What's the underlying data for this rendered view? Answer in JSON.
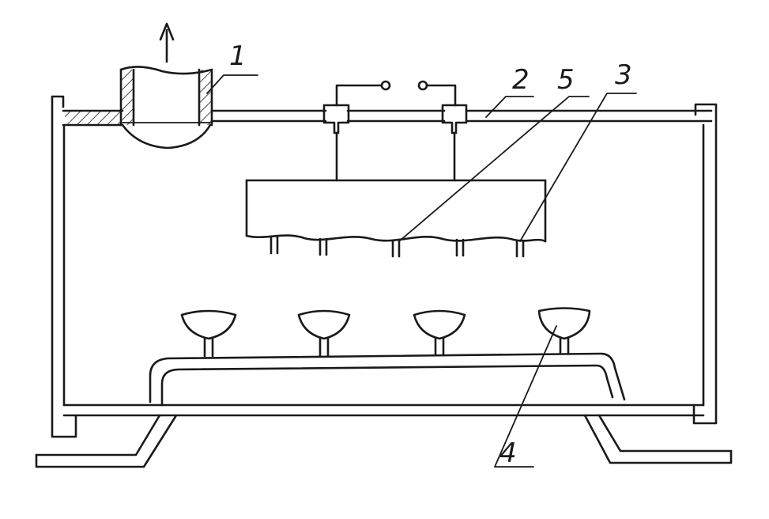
{
  "labels": {
    "exhaust_pipe": "1",
    "cover": "2",
    "nozzle": "3",
    "cup": "4",
    "electrode": "5"
  }
}
